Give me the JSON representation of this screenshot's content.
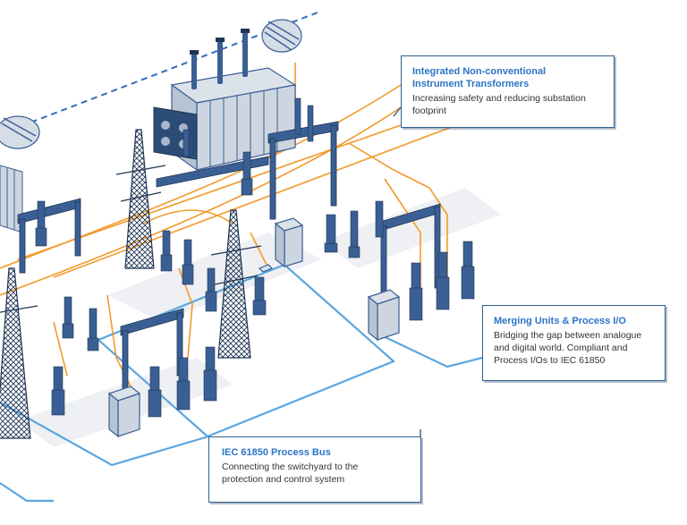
{
  "callouts": {
    "nci": {
      "title_line1": "Integrated Non-conventional",
      "title_line2": "Instrument Transformers",
      "desc_line1": "Increasing safety and reducing substation",
      "desc_line2": "footprint"
    },
    "merging": {
      "title": "Merging Units & Process I/O",
      "desc_line1": "Bridging the gap between analogue",
      "desc_line2": "and digital world. Compliant and",
      "desc_line3": "Process I/Os to IEC 61850"
    },
    "bus": {
      "title": "IEC 61850 Process Bus",
      "desc_line1": "Connecting the switchyard to the",
      "desc_line2": "protection and control system"
    }
  },
  "colors": {
    "equipment": "#3a5f94",
    "equipment_dark": "#1f3554",
    "fibre": "#f39a2b",
    "process_bus": "#5aa6e0",
    "accent_title": "#2b74c4",
    "callout_border": "#2d5f8f"
  }
}
